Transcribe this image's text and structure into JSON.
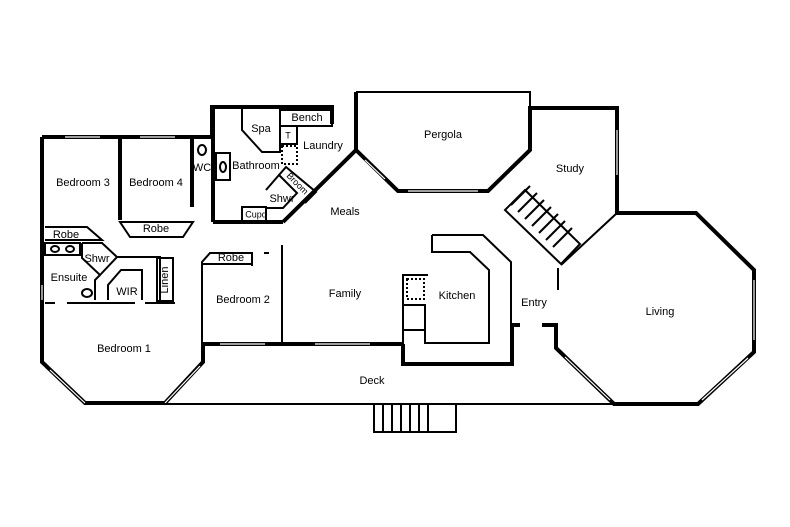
{
  "rooms": {
    "bedroom3": "Bedroom 3",
    "bedroom4": "Bedroom 4",
    "robe_b4": "Robe",
    "wc": "WC",
    "spa": "Spa",
    "bench": "Bench",
    "t": "T",
    "bathroom": "Bathroom",
    "laundry": "Laundry",
    "broom": "Broom",
    "shwr_bath": "Shwr",
    "cupd": "Cupd",
    "pergola": "Pergola",
    "study": "Study",
    "meals": "Meals",
    "robe_b1": "Robe",
    "shwr_ens": "Shwr",
    "ensuite": "Ensuite",
    "wir": "WIR",
    "linen": "Linen",
    "robe_b2": "Robe",
    "bedroom2": "Bedroom 2",
    "family": "Family",
    "kitchen": "Kitchen",
    "entry": "Entry",
    "living": "Living",
    "bedroom1": "Bedroom 1",
    "deck": "Deck"
  }
}
